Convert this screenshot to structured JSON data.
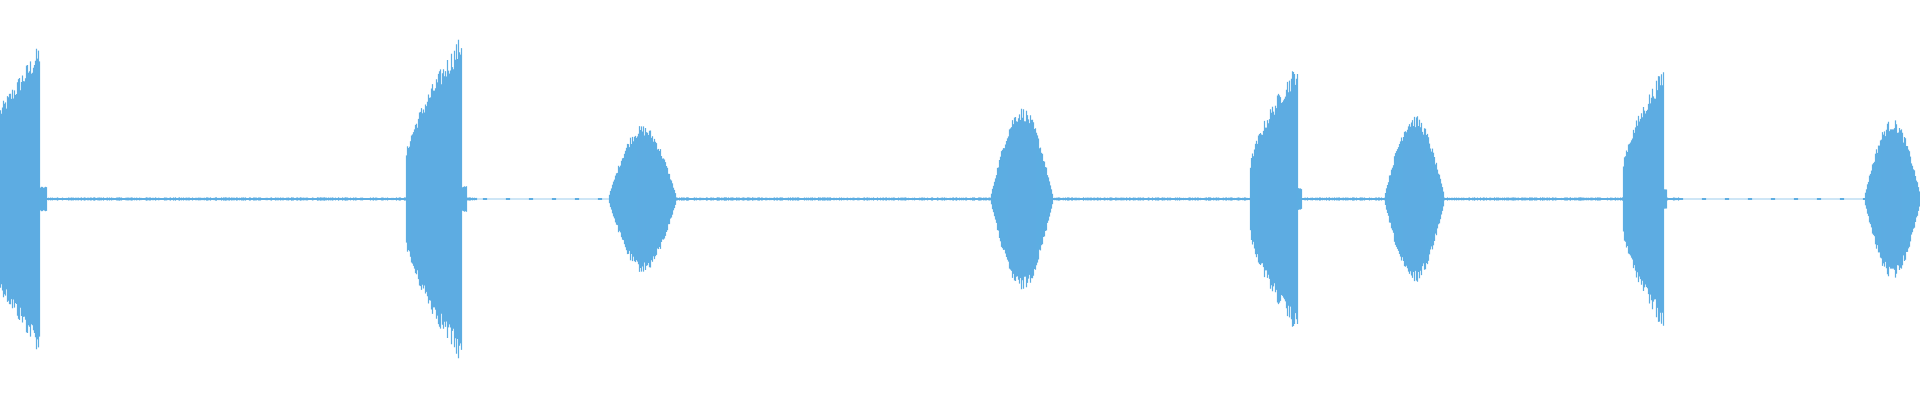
{
  "waveform": {
    "color": "#5dade2",
    "background": "#ffffff",
    "baseline_amplitude": 0.006,
    "bursts": [
      {
        "start": 0.0,
        "end": 0.024,
        "peak": 0.78,
        "shape": "decay"
      },
      {
        "start": 0.211,
        "end": 0.243,
        "peak": 0.83,
        "shape": "rise"
      },
      {
        "start": 0.317,
        "end": 0.352,
        "peak": 0.37,
        "shape": "dome"
      },
      {
        "start": 0.516,
        "end": 0.548,
        "peak": 0.46,
        "shape": "dome"
      },
      {
        "start": 0.651,
        "end": 0.678,
        "peak": 0.69,
        "shape": "rise"
      },
      {
        "start": 0.721,
        "end": 0.752,
        "peak": 0.42,
        "shape": "dome"
      },
      {
        "start": 0.845,
        "end": 0.868,
        "peak": 0.66,
        "shape": "rise"
      },
      {
        "start": 0.971,
        "end": 1.0,
        "peak": 0.4,
        "shape": "dome"
      }
    ],
    "silent_gaps": [
      {
        "start": 0.248,
        "end": 0.317
      },
      {
        "start": 0.874,
        "end": 0.971
      }
    ]
  }
}
